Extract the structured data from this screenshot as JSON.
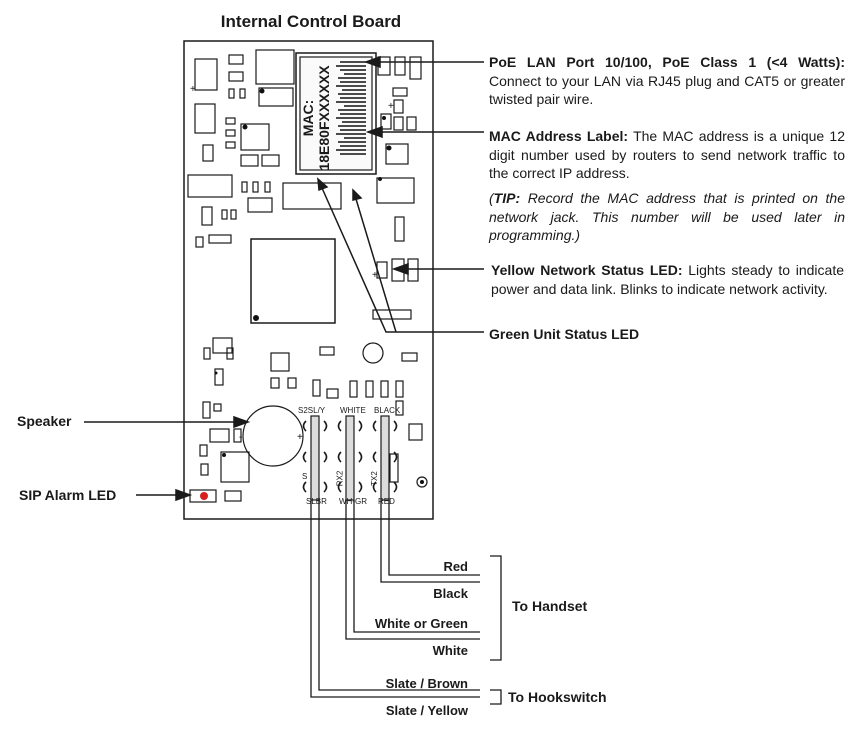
{
  "title": "Internal Control Board",
  "callouts": {
    "poe_heading": "PoE LAN Port 10/100, PoE Class 1 (<4 Watts):",
    "poe_text": "Connect to your LAN via RJ45 plug and CAT5 or greater twisted pair wire.",
    "mac_heading": "MAC Address Label:",
    "mac_text": "The MAC address is a unique 12 digit number used by routers to send network traffic to the correct IP address.",
    "tip_heading": "TIP:",
    "tip_text": "Record the MAC address that is printed on the network jack. This number will be used later in programming.)",
    "yellow_heading": "Yellow Network Status LED:",
    "yellow_text": "Lights steady to indicate power and data link. Blinks to indicate network activity.",
    "green_heading": "Green Unit Status LED"
  },
  "left_labels": {
    "speaker": "Speaker",
    "sip_alarm": "SIP Alarm LED"
  },
  "mac_label": {
    "line1": "MAC:",
    "line2": "18E80FXXXXXX"
  },
  "pins": {
    "top_left": "S2SL/Y",
    "top_mid": "WHITE",
    "top_right": "BLACK",
    "bot_left": "SLBR",
    "bot_mid": "WH-GR",
    "bot_right": "RED",
    "side_s": "S",
    "side_rx": "RX2",
    "side_tx": "TX2"
  },
  "wires": {
    "red": "Red",
    "black": "Black",
    "white_green": "White or Green",
    "white": "White",
    "slate_brown": "Slate / Brown",
    "slate_yellow": "Slate / Yellow"
  },
  "groups": {
    "handset": "To Handset",
    "hookswitch": "To Hookswitch"
  },
  "colors": {
    "alarm_led": "#d62020",
    "ink": "#1a1a1a"
  }
}
